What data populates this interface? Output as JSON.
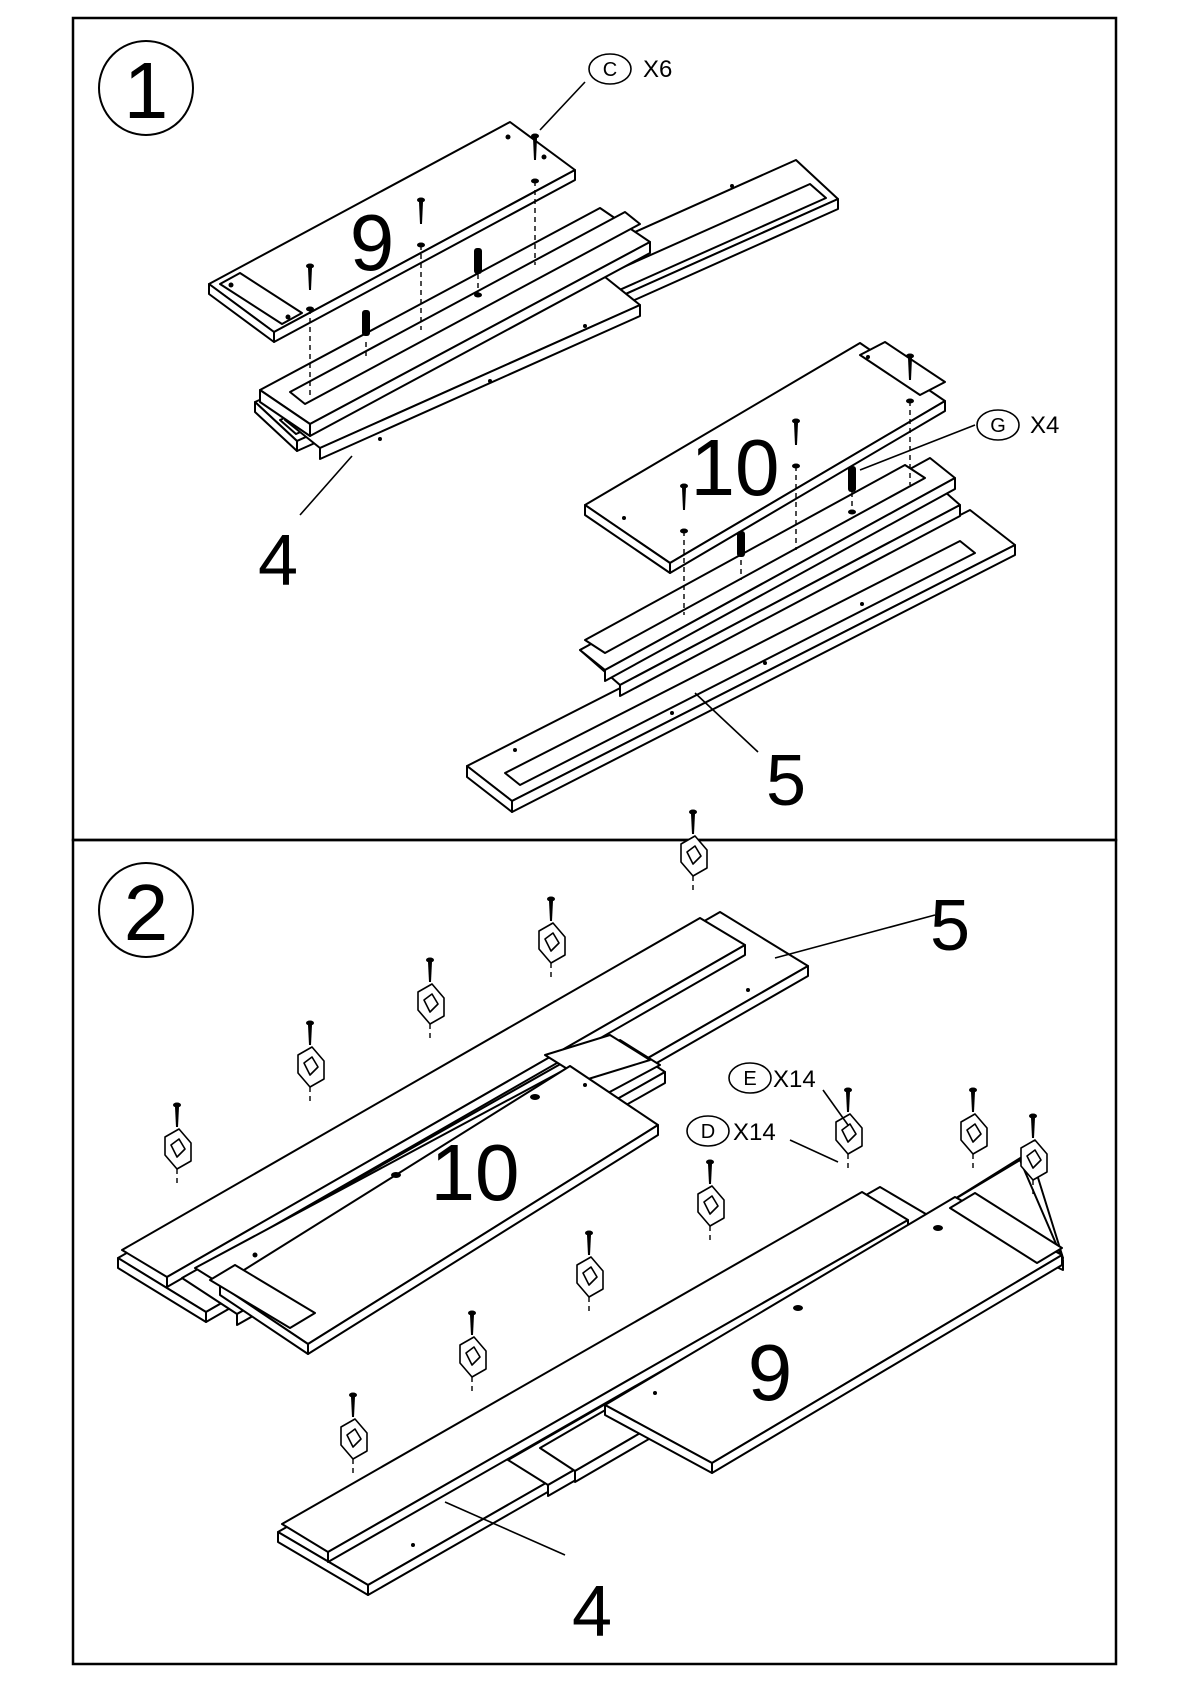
{
  "steps": [
    {
      "number": "1",
      "parts": {
        "top_left": "9",
        "bottom_left": "4",
        "top_right": "10",
        "bottom_right": "5"
      },
      "hardware": [
        {
          "letter": "C",
          "qty": "X6",
          "icon": "screw-icon"
        },
        {
          "letter": "G",
          "qty": "X4",
          "icon": "dowel-icon"
        }
      ]
    },
    {
      "number": "2",
      "parts": {
        "top_board": "5",
        "center_board": "10",
        "right_board": "9",
        "bottom_board": "4"
      },
      "hardware": [
        {
          "letter": "E",
          "qty": "X14",
          "icon": "screw-icon"
        },
        {
          "letter": "D",
          "qty": "X14",
          "icon": "corner-bracket-icon"
        }
      ]
    }
  ]
}
